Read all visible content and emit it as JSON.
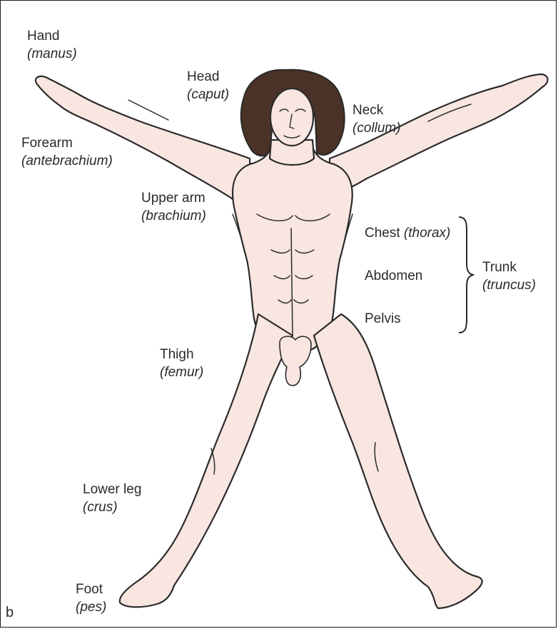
{
  "panel_letter": "b",
  "colors": {
    "skin": "#f9e6e1",
    "outline": "#2b2b2b",
    "hair": "#4b3227",
    "text": "#2a2a2a"
  },
  "labels": {
    "hand": {
      "term": "Hand",
      "latin": "(manus)"
    },
    "head": {
      "term": "Head",
      "latin": "(caput)"
    },
    "neck": {
      "term": "Neck",
      "latin": "(collum)"
    },
    "forearm": {
      "term": "Forearm",
      "latin": "(antebrachium)"
    },
    "upper_arm": {
      "term": "Upper arm",
      "latin": "(brachium)"
    },
    "chest": {
      "term": "Chest",
      "latin": "(thorax)"
    },
    "abdomen": {
      "term": "Abdomen"
    },
    "pelvis": {
      "term": "Pelvis"
    },
    "trunk": {
      "term": "Trunk",
      "latin": "(truncus)"
    },
    "thigh": {
      "term": "Thigh",
      "latin": "(femur)"
    },
    "lower_leg": {
      "term": "Lower leg",
      "latin": "(crus)"
    },
    "foot": {
      "term": "Foot",
      "latin": "(pes)"
    }
  }
}
